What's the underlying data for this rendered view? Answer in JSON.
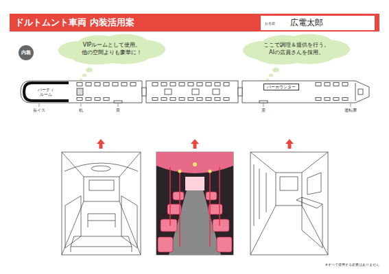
{
  "diagram": {
    "title": "ドルトムント車両 内装活用案",
    "nodes": [
      {
        "text": [
          "お名前",
          "広電太郎"
        ]
      },
      {
        "text": [
          "内装"
        ]
      },
      {
        "text": [
          "VIPルームとして使用。 他の空間よりも豪華に！"
        ]
      },
      {
        "text": [
          "ここで調理＆提供を行う。 AIの店員さんを採用。"
        ]
      },
      {
        "text": [
          "パーティ ルーム"
        ]
      },
      {
        "text": [
          "バーカウンター"
        ]
      }
    ],
    "labels": [
      "長イス",
      "机",
      "扉",
      "扉",
      "運転席",
      "※すべて使用する必要はありません"
    ]
  }
}
